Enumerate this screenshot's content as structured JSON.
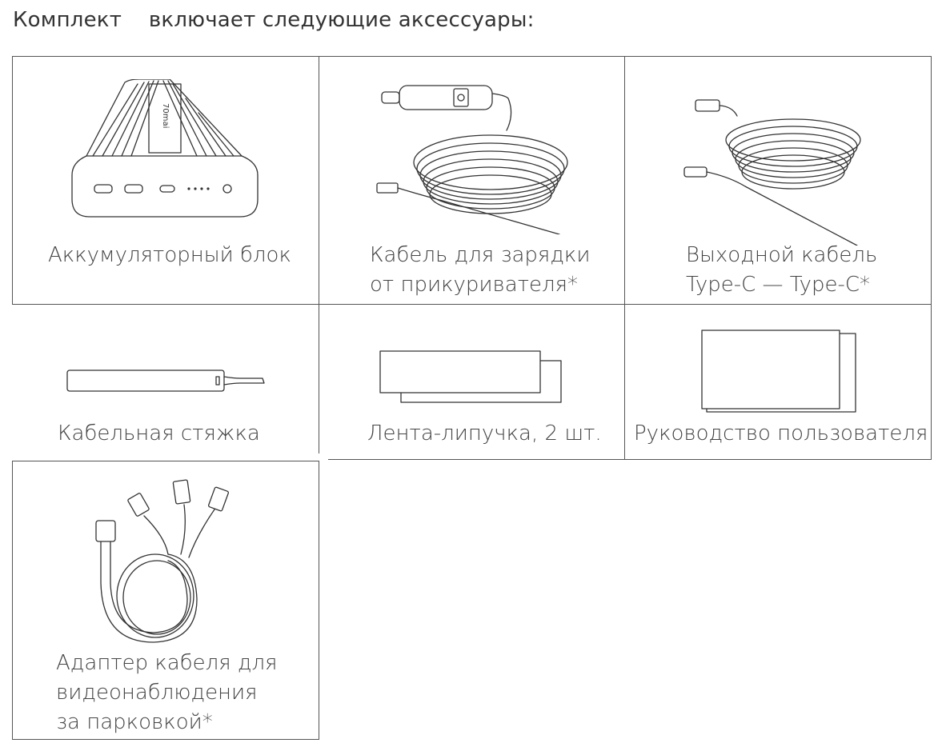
{
  "heading": "Комплект    включает следующие аксессуары:",
  "items": [
    {
      "lines": [
        "Аккумуляторный блок"
      ],
      "icon": "power-bank"
    },
    {
      "lines": [
        "Кабель для зарядки",
        "от прикуривателя*"
      ],
      "icon": "car-charger-cable"
    },
    {
      "lines": [
        "Выходной кабель",
        "Type-C — Type-C*"
      ],
      "icon": "usb-c-cable"
    },
    {
      "lines": [
        "Кабельная стяжка"
      ],
      "icon": "cable-tie"
    },
    {
      "lines": [
        "Лента-липучка, 2 шт."
      ],
      "icon": "velcro-tape"
    },
    {
      "lines": [
        "Руководство пользователя"
      ],
      "icon": "user-manual"
    },
    {
      "lines": [
        "Адаптер кабеля для",
        "видеонаблюдения",
        "за парковкой*"
      ],
      "icon": "parking-surveillance-adapter"
    }
  ]
}
